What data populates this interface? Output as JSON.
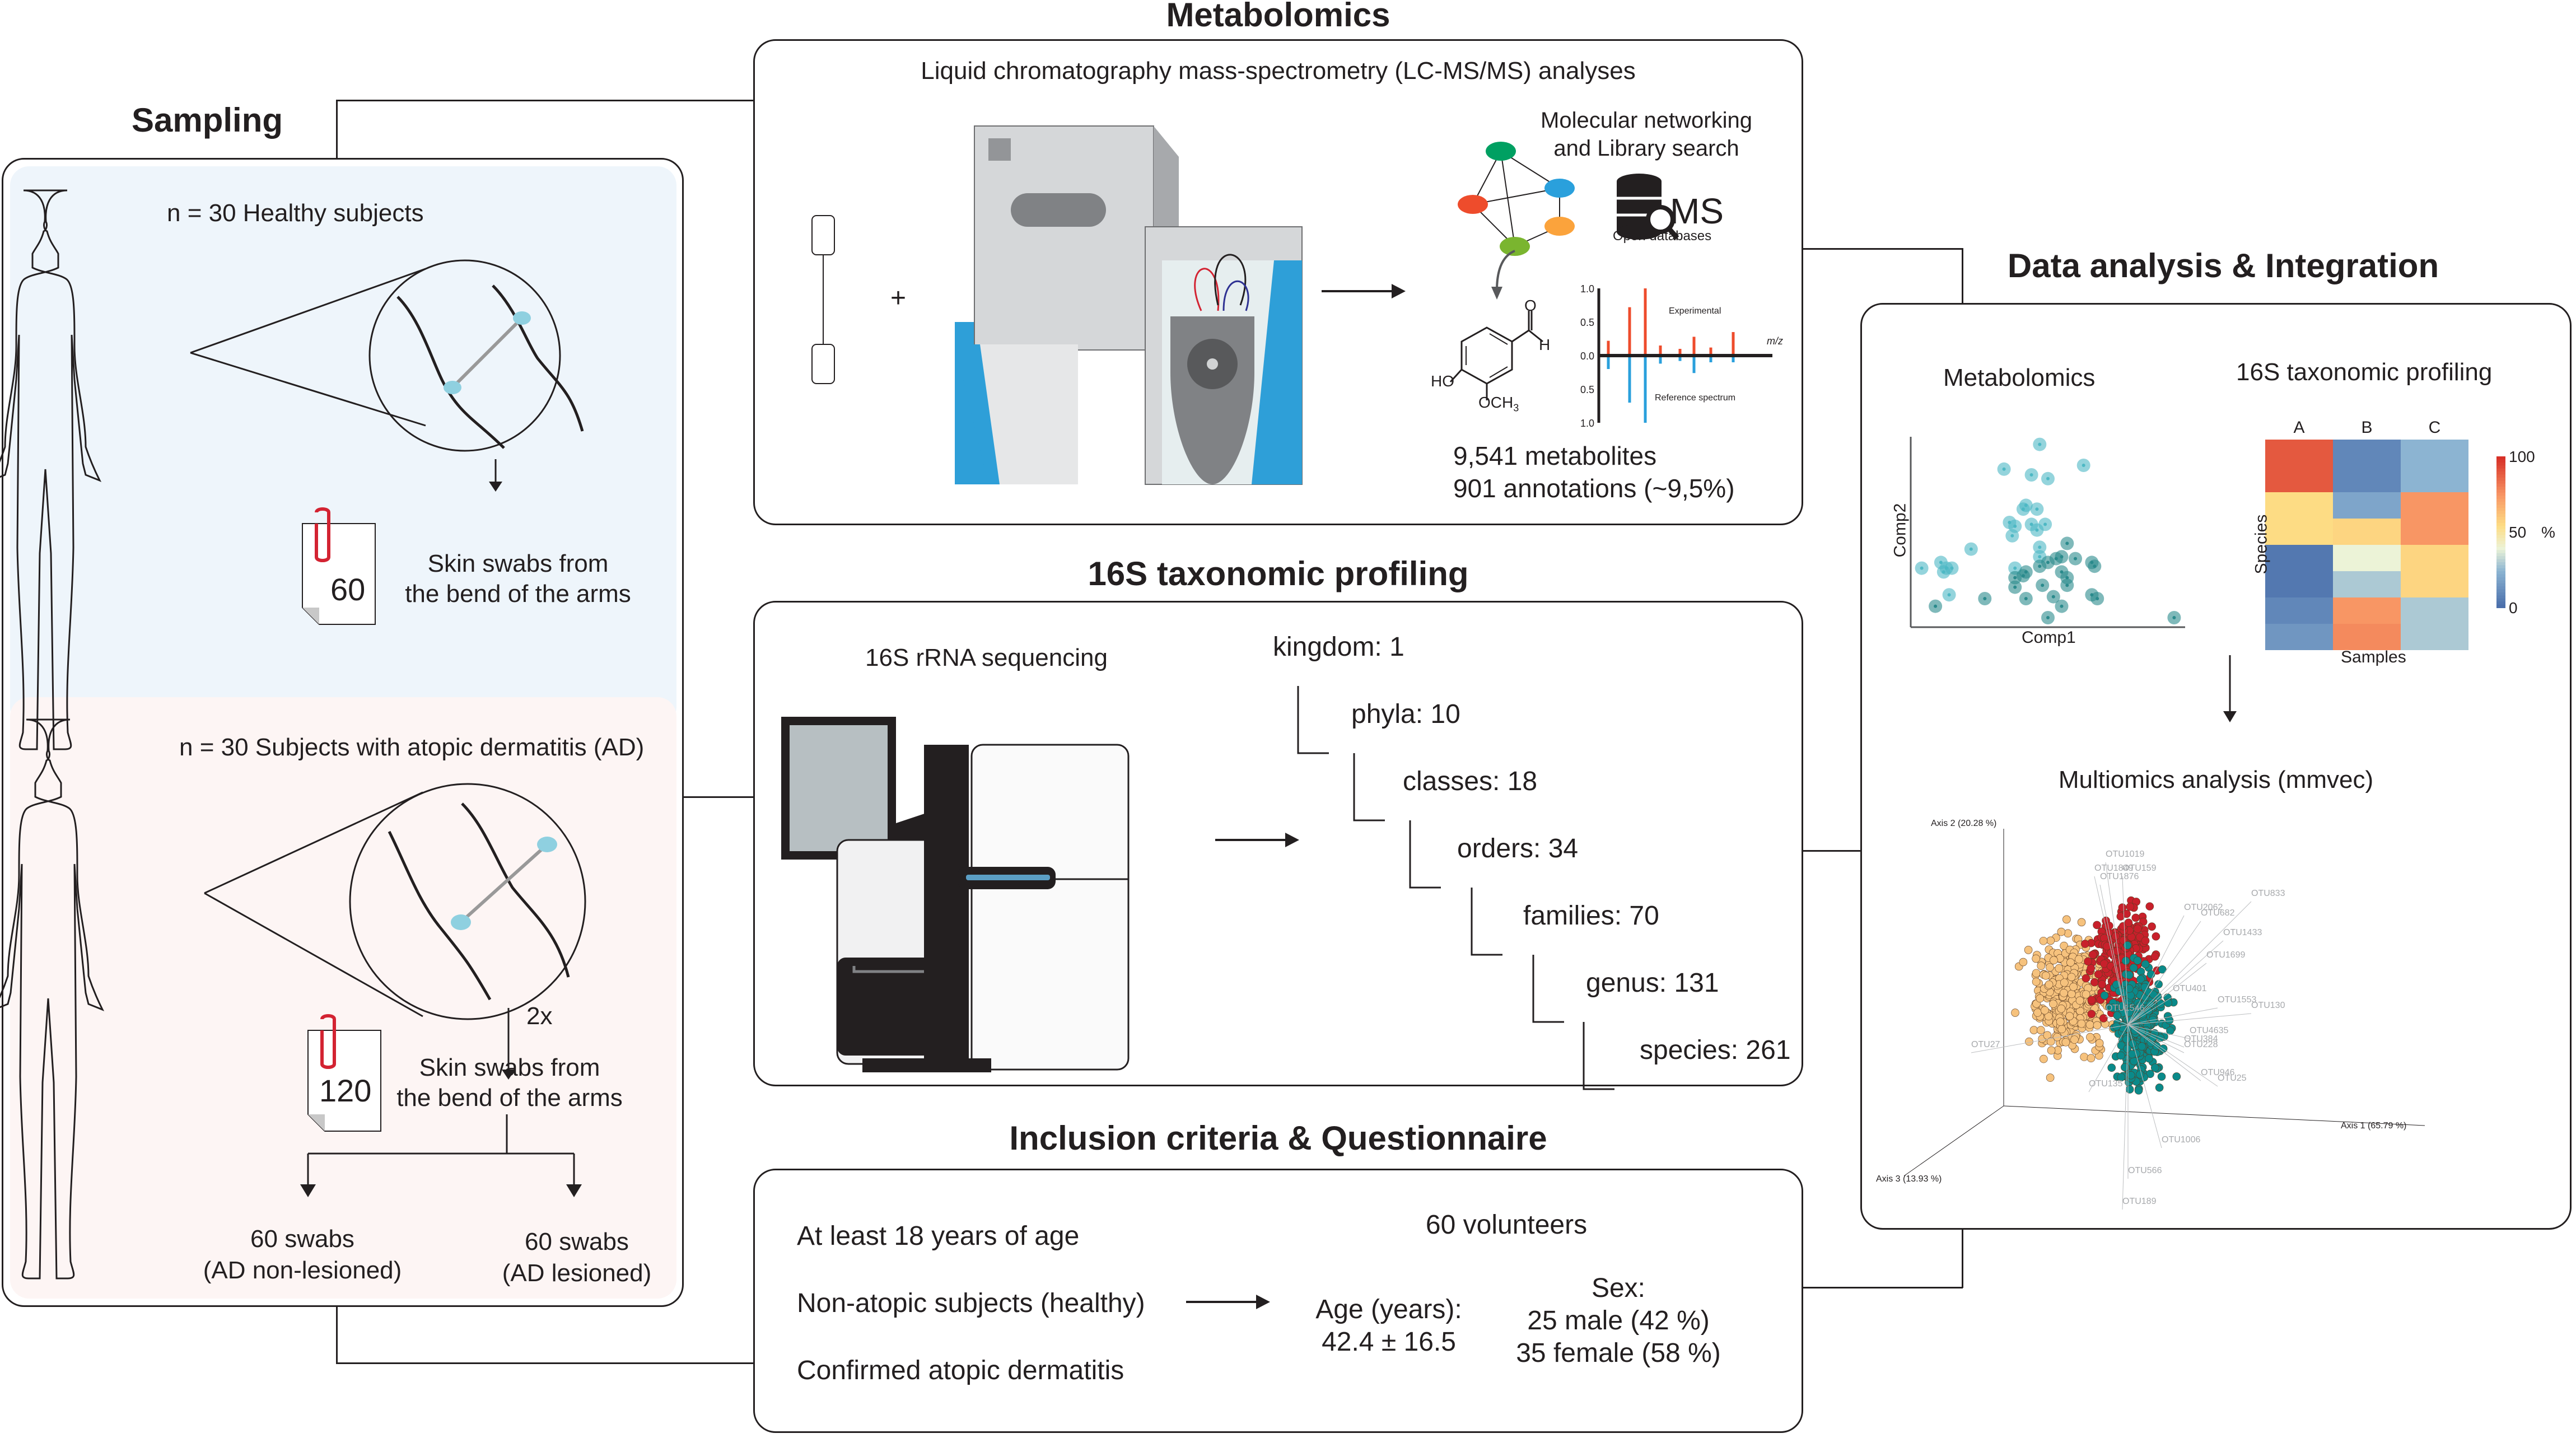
{
  "sampling": {
    "title": "Sampling",
    "healthy": {
      "label": "n = 30 Healthy subjects",
      "count_badge": "60",
      "caption_line1": "Skin swabs from",
      "caption_line2": "the bend of the arms",
      "bg_color": "#eef5fb"
    },
    "ad": {
      "label": "n = 30 Subjects with atopic dermatitis (AD)",
      "multiplier": "2x",
      "count_badge": "120",
      "caption_line1": "Skin swabs from",
      "caption_line2": "the bend of the arms",
      "branch_left_line1": "60 swabs",
      "branch_left_line2": "(AD non-lesioned)",
      "branch_right_line1": "60 swabs",
      "branch_right_line2": "(AD lesioned)",
      "bg_color": "#fdf5f4"
    }
  },
  "metabolomics": {
    "title": "Metabolomics",
    "subtitle": "Liquid chromatography mass-spectrometry (LC-MS/MS) analyses",
    "plus": "+",
    "network_line1": "Molecular networking",
    "network_line2": "and Library search",
    "db_label": "MS",
    "db_caption": "Open databases",
    "network_node_colors": [
      "#00a062",
      "#2aa0dc",
      "#ee4c2c",
      "#fba33c",
      "#7ab52f"
    ],
    "molecule": {
      "aldehyde_o": "O",
      "aldehyde_h": "H",
      "hydroxyl": "HO",
      "methoxy": "OCH",
      "methoxy_sub": "3"
    },
    "spectrum": {
      "ticks_top": [
        "1.0",
        "0.5",
        "0.0"
      ],
      "ticks_bottom": [
        "0.5",
        "1.0"
      ],
      "experimental_label": "Experimental",
      "reference_label": "Reference spectrum",
      "axis_label": "m/z",
      "experimental_color": "#ee4c2c",
      "reference_color": "#2aa0dc",
      "experimental": [
        0.22,
        0.72,
        1.0,
        0.15,
        0.1,
        0.28,
        0.12,
        0.35
      ],
      "reference": [
        0.2,
        0.7,
        1.0,
        0.12,
        0.08,
        0.26,
        0.1,
        0.1
      ]
    },
    "stats_line1": "9,541 metabolites",
    "stats_line2": "901 annotations (~9,5%)"
  },
  "taxonomy": {
    "title": "16S taxonomic profiling",
    "subtitle": "16S rRNA sequencing",
    "levels": [
      {
        "label": "kingdom: 1"
      },
      {
        "label": "phyla: 10"
      },
      {
        "label": "classes: 18"
      },
      {
        "label": "orders: 34"
      },
      {
        "label": "families: 70"
      },
      {
        "label": "genus: 131"
      },
      {
        "label": "species: 261"
      }
    ]
  },
  "inclusion": {
    "title": "Inclusion criteria & Questionnaire",
    "criteria": [
      "At least 18 years of age",
      "Non-atopic subjects (healthy)",
      "Confirmed atopic dermatitis"
    ],
    "volunteers": "60 volunteers",
    "age_label": "Age (years):",
    "age_value": "42.4 ± 16.5",
    "sex_label": "Sex:",
    "male": "25 male (42 %)",
    "female": "35 female (58 %)"
  },
  "analysis": {
    "title": "Data analysis & Integration",
    "metabolomics_label": "Metabolomics",
    "taxonomy_label": "16S taxonomic profiling",
    "multiomics_label": "Multiomics analysis (mmvec)"
  },
  "chart_data": [
    {
      "type": "scatter",
      "title": "Metabolomics",
      "xlabel": "Comp1",
      "ylabel": "Comp2",
      "grid": false,
      "series": [
        {
          "name": "group-light",
          "color": "#4db8c4",
          "points": [
            [
              0.47,
              0.96
            ],
            [
              0.34,
              0.83
            ],
            [
              0.44,
              0.8
            ],
            [
              0.5,
              0.78
            ],
            [
              0.63,
              0.85
            ],
            [
              0.42,
              0.64
            ],
            [
              0.41,
              0.62
            ],
            [
              0.46,
              0.62
            ],
            [
              0.36,
              0.55
            ],
            [
              0.38,
              0.53
            ],
            [
              0.44,
              0.54
            ],
            [
              0.49,
              0.54
            ],
            [
              0.46,
              0.51
            ],
            [
              0.37,
              0.48
            ],
            [
              0.47,
              0.42
            ],
            [
              0.22,
              0.41
            ],
            [
              0.47,
              0.37
            ],
            [
              0.04,
              0.31
            ],
            [
              0.11,
              0.34
            ],
            [
              0.13,
              0.31
            ],
            [
              0.15,
              0.31
            ],
            [
              0.12,
              0.29
            ],
            [
              0.38,
              0.31
            ],
            [
              0.14,
              0.17
            ]
          ]
        },
        {
          "name": "group-dark",
          "color": "#2a8a8c",
          "points": [
            [
              0.57,
              0.44
            ],
            [
              0.55,
              0.37
            ],
            [
              0.6,
              0.36
            ],
            [
              0.53,
              0.36
            ],
            [
              0.5,
              0.34
            ],
            [
              0.47,
              0.32
            ],
            [
              0.42,
              0.29
            ],
            [
              0.38,
              0.26
            ],
            [
              0.41,
              0.27
            ],
            [
              0.55,
              0.29
            ],
            [
              0.57,
              0.26
            ],
            [
              0.66,
              0.34
            ],
            [
              0.67,
              0.32
            ],
            [
              0.48,
              0.22
            ],
            [
              0.57,
              0.22
            ],
            [
              0.38,
              0.21
            ],
            [
              0.09,
              0.11
            ],
            [
              0.27,
              0.15
            ],
            [
              0.42,
              0.15
            ],
            [
              0.52,
              0.16
            ],
            [
              0.55,
              0.11
            ],
            [
              0.66,
              0.17
            ],
            [
              0.68,
              0.15
            ],
            [
              0.5,
              0.05
            ],
            [
              0.96,
              0.05
            ]
          ]
        }
      ]
    },
    {
      "type": "heatmap",
      "title": "16S taxonomic profiling",
      "xlabel": "Samples",
      "ylabel": "Species",
      "categories": [
        "A",
        "B",
        "C"
      ],
      "rows": 8,
      "values": [
        [
          90,
          10,
          25
        ],
        [
          90,
          10,
          25
        ],
        [
          55,
          20,
          75
        ],
        [
          55,
          57,
          75
        ],
        [
          5,
          40,
          57
        ],
        [
          5,
          30,
          57
        ],
        [
          10,
          75,
          30
        ],
        [
          15,
          78,
          30
        ]
      ],
      "colorbar": {
        "min": 0,
        "mid": 50,
        "max": 100,
        "tick_labels": [
          "100",
          "50",
          "0"
        ],
        "unit": "%"
      }
    },
    {
      "type": "scatter",
      "title": "Multiomics analysis (mmvec)",
      "axes": [
        "Axis 1 (65.79 %)",
        "Axis 2 (20.28 %)",
        "Axis 3 (13.93 %)"
      ],
      "point_colors": [
        "#f6c27d",
        "#c8202b",
        "#0a8a8a"
      ],
      "arrow_labels": [
        "OTU1019",
        "OTU1849",
        "OTU159",
        "OTU1876",
        "OTU2062",
        "OTU682",
        "OTU833",
        "OTU1433",
        "OTU1699",
        "OTU401",
        "OTU1553",
        "OTU130",
        "OTU1546",
        "OTU4635",
        "OTU384",
        "OTU228",
        "OTU946",
        "OTU25",
        "OTU27",
        "OTU135",
        "OTU1006",
        "OTU566",
        "OTU189"
      ]
    },
    {
      "type": "bar",
      "title": "MS/MS spectrum mirror plot",
      "xlabel": "m/z",
      "ylim": [
        -1.0,
        1.0
      ]
    }
  ]
}
